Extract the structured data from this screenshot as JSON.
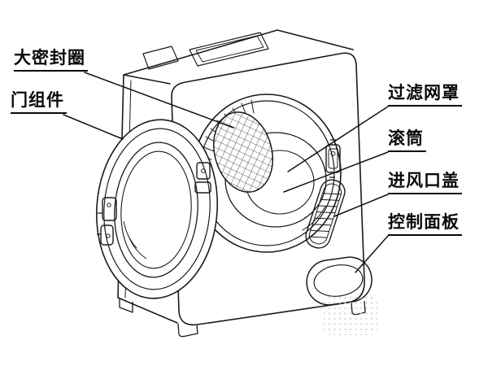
{
  "diagram": {
    "background_color": "#ffffff",
    "line_color": "#1a1a1a",
    "labels": {
      "seal_ring": "大密封圈",
      "door_assembly": "门组件",
      "filter_cover": "过滤网罩",
      "drum": "滚筒",
      "air_inlet_cover": "进风口盖",
      "control_panel": "控制面板"
    }
  }
}
